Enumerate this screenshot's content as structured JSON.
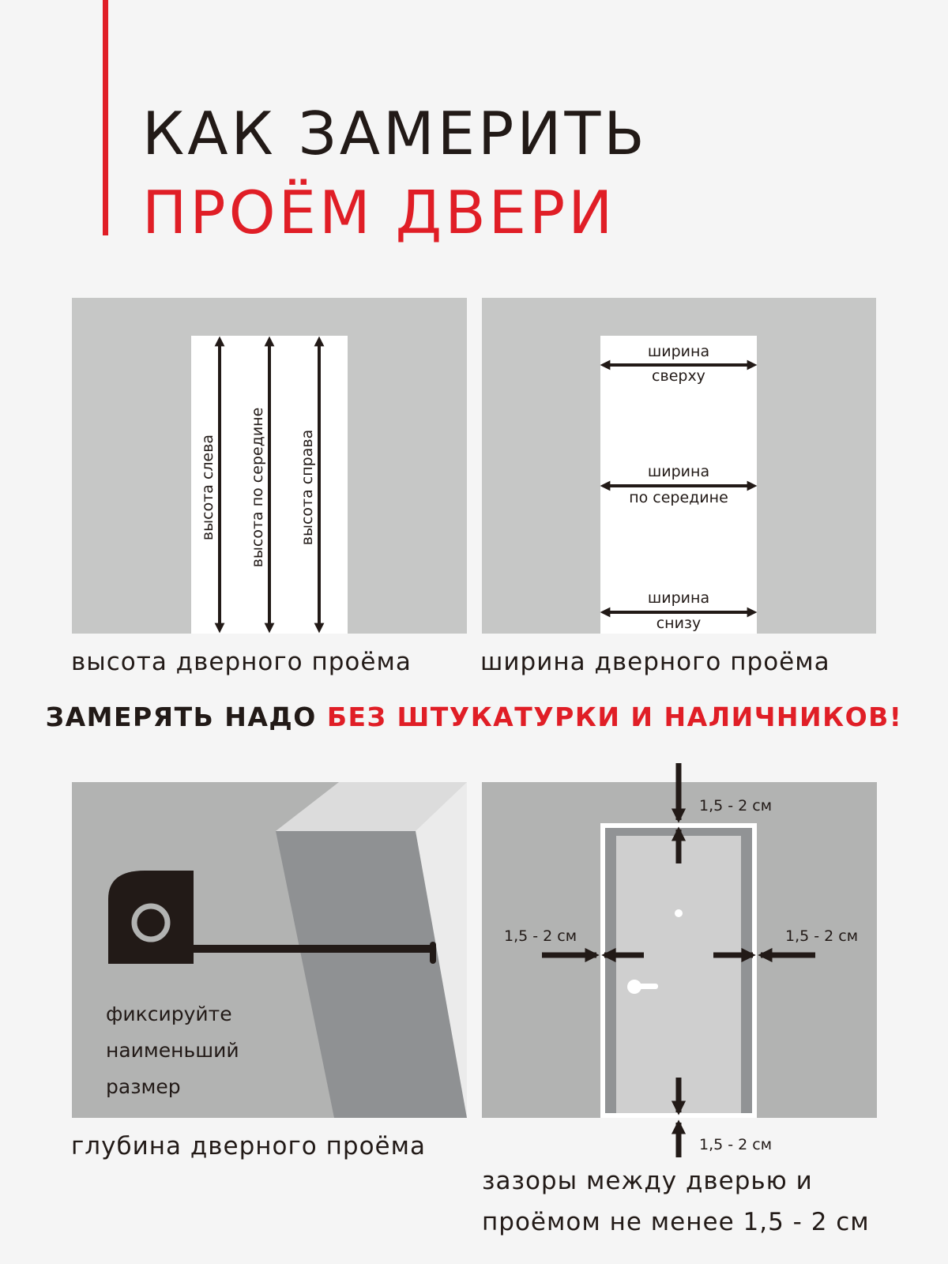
{
  "title": {
    "line1": "КАК ЗАМЕРИТЬ",
    "line2": "ПРОЁМ ДВЕРИ"
  },
  "height_panel": {
    "labels": {
      "left": "высота слева",
      "middle": "высота по середине",
      "right": "высота справа"
    },
    "caption": "высота дверного проёма"
  },
  "width_panel": {
    "top": {
      "line1": "ширина",
      "line2": "сверху"
    },
    "middle": {
      "line1": "ширина",
      "line2": "по середине"
    },
    "bottom": {
      "line1": "ширина",
      "line2": "снизу"
    },
    "caption": "ширина дверного проёма"
  },
  "warning": {
    "part1": "ЗАМЕРЯТЬ НАДО ",
    "part2": "БЕЗ ШТУКАТУРКИ И НАЛИЧНИКОВ!"
  },
  "depth_panel": {
    "note": {
      "line1": "фиксируйте",
      "line2": "наименьший",
      "line3": "размер"
    },
    "caption": "глубина дверного проёма"
  },
  "gap_panel": {
    "top_gap": "1,5 - 2 см",
    "left_gap": "1,5 - 2 см",
    "right_gap": "1,5 - 2 см",
    "bottom_gap": "1,5 - 2 см",
    "caption": {
      "line1": "зазоры между дверью и",
      "line2": "проёмом не менее 1,5 - 2 см"
    }
  },
  "colors": {
    "accent": "#e01e26",
    "ink": "#221a17",
    "panel_gray": "#c6c7c6",
    "wall_gray": "#b2b3b2",
    "background": "#f5f5f5"
  }
}
